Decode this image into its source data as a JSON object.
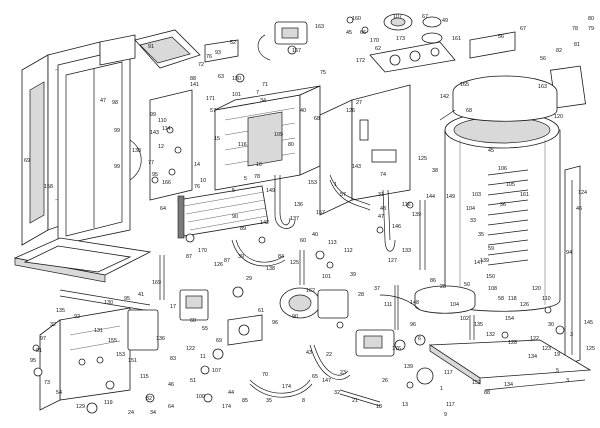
{
  "callouts": [
    "160",
    "107",
    "67",
    "49",
    "45",
    "66",
    "170",
    "172",
    "62",
    "161",
    "56",
    "67",
    "78",
    "79",
    "80",
    "81",
    "82",
    "173",
    "91",
    "52",
    "76",
    "163",
    "93",
    "167",
    "63",
    "130",
    "171",
    "57",
    "88",
    "71",
    "72",
    "101",
    "75",
    "7",
    "34",
    "40",
    "68",
    "27",
    "126",
    "165",
    "142",
    "68",
    "141",
    "69",
    "47",
    "98",
    "99",
    "110",
    "143",
    "114",
    "12",
    "15",
    "109",
    "116",
    "80",
    "56",
    "163",
    "120",
    "99",
    "99",
    "138",
    "77",
    "95",
    "166",
    "64",
    "158",
    "14",
    "76",
    "16",
    "78",
    "5",
    "10",
    "5",
    "149",
    "136",
    "89",
    "90",
    "142",
    "157",
    "137",
    "153",
    "143",
    "74",
    "125",
    "38",
    "57",
    "1",
    "31",
    "116",
    "48",
    "144",
    "149",
    "103",
    "104",
    "139",
    "45",
    "106",
    "105",
    "161",
    "36",
    "35",
    "33",
    "59",
    "147",
    "150",
    "58",
    "108",
    "118",
    "126",
    "120",
    "110",
    "94",
    "124",
    "46",
    "47",
    "146",
    "133",
    "127",
    "86",
    "148",
    "28",
    "104",
    "50",
    "139",
    "102",
    "135",
    "132",
    "154",
    "128",
    "122",
    "30",
    "134",
    "123",
    "19",
    "3",
    "145",
    "125",
    "5",
    "3",
    "134",
    "88",
    "152",
    "117",
    "117",
    "9",
    "1",
    "6",
    "96",
    "176",
    "26",
    "139",
    "13",
    "18",
    "21",
    "32",
    "147",
    "23",
    "22",
    "43",
    "65",
    "8",
    "174",
    "35",
    "70",
    "85",
    "44",
    "174",
    "100",
    "51",
    "107",
    "11",
    "122",
    "69",
    "55",
    "60",
    "17",
    "136",
    "83",
    "46",
    "82",
    "115",
    "151",
    "153",
    "155",
    "131",
    "92",
    "135",
    "32",
    "97",
    "61",
    "95",
    "73",
    "54",
    "129",
    "119",
    "24",
    "34",
    "64",
    "130",
    "95",
    "41",
    "169",
    "87",
    "170",
    "126",
    "87",
    "39",
    "29",
    "138",
    "84",
    "125",
    "60",
    "40",
    "113",
    "112",
    "39",
    "28",
    "37",
    "111",
    "101",
    "162",
    "90",
    "96",
    "61"
  ]
}
